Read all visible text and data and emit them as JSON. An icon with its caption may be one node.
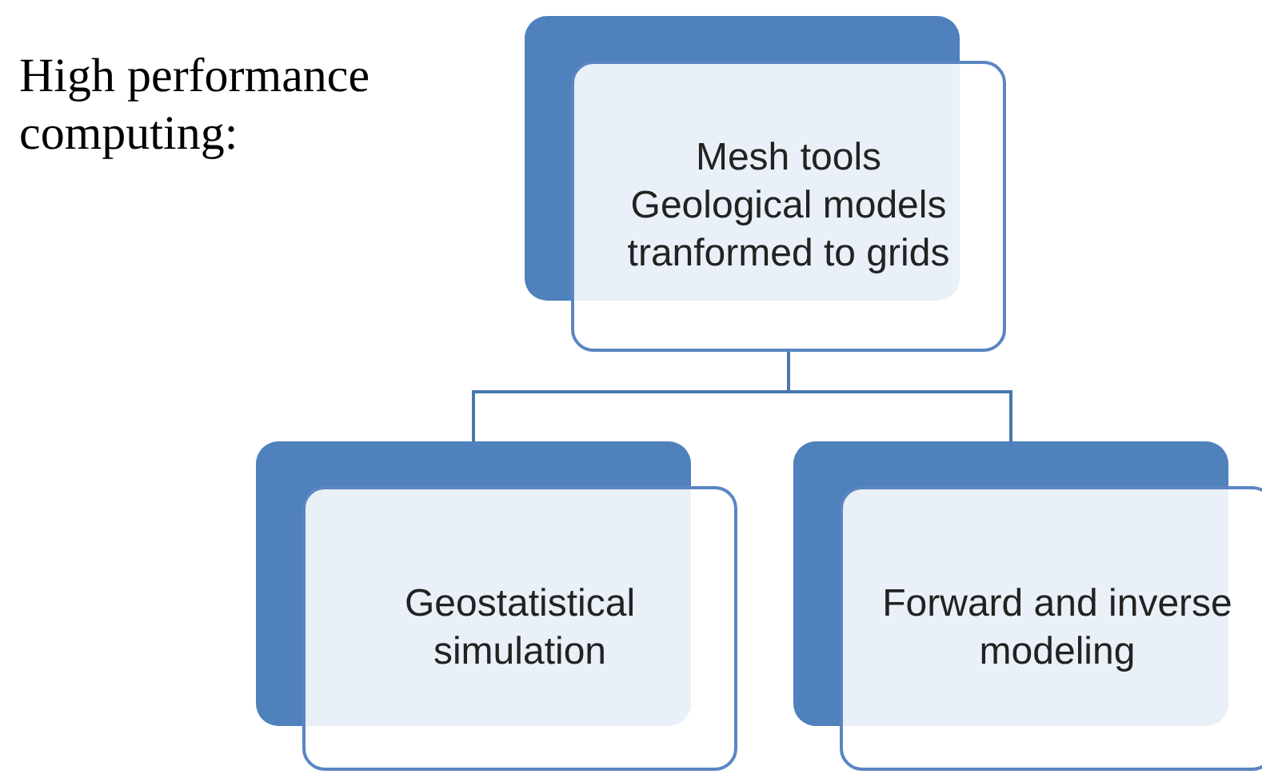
{
  "diagram": {
    "nodes": [
      {
        "text": [
          "Mesh tools",
          "Geological models tranformed to grids"
        ]
      },
      {
        "text": [
          "Geostatistical simulation"
        ]
      },
      {
        "text": [
          "Forward and inverse modeling"
        ]
      }
    ],
    "edges": [
      {
        "from": 0,
        "to": 1,
        "arrow": "none"
      },
      {
        "from": 0,
        "to": 2,
        "arrow": "none"
      }
    ],
    "labels": [
      "High performance computing:"
    ]
  }
}
